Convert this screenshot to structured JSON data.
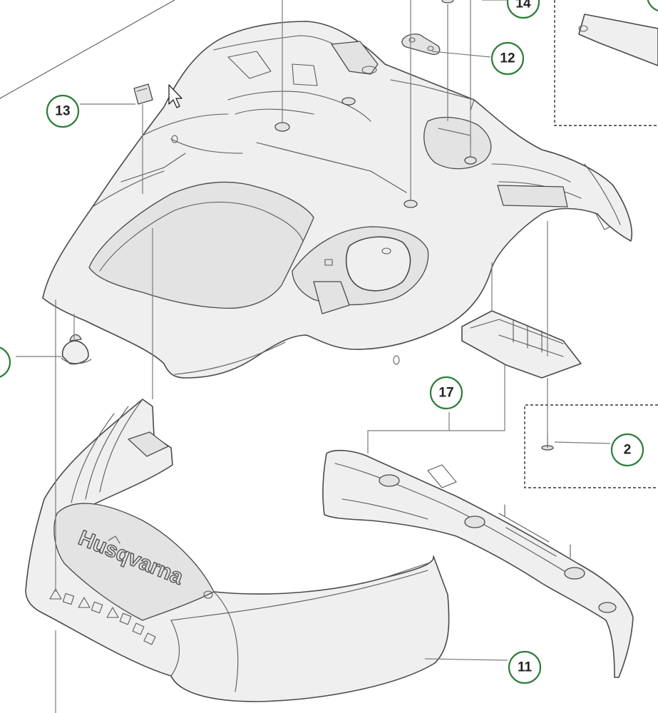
{
  "callouts": [
    {
      "id": "c14",
      "label": "14"
    },
    {
      "id": "c12",
      "label": "12"
    },
    {
      "id": "c13",
      "label": "13"
    },
    {
      "id": "c17",
      "label": "17"
    },
    {
      "id": "c2",
      "label": "2"
    },
    {
      "id": "c11",
      "label": "11"
    }
  ],
  "logo": {
    "brand_text": "Husqvarna"
  },
  "colors": {
    "callout_ring": "#2e7d3a",
    "line_art": "#4a4a4a"
  }
}
